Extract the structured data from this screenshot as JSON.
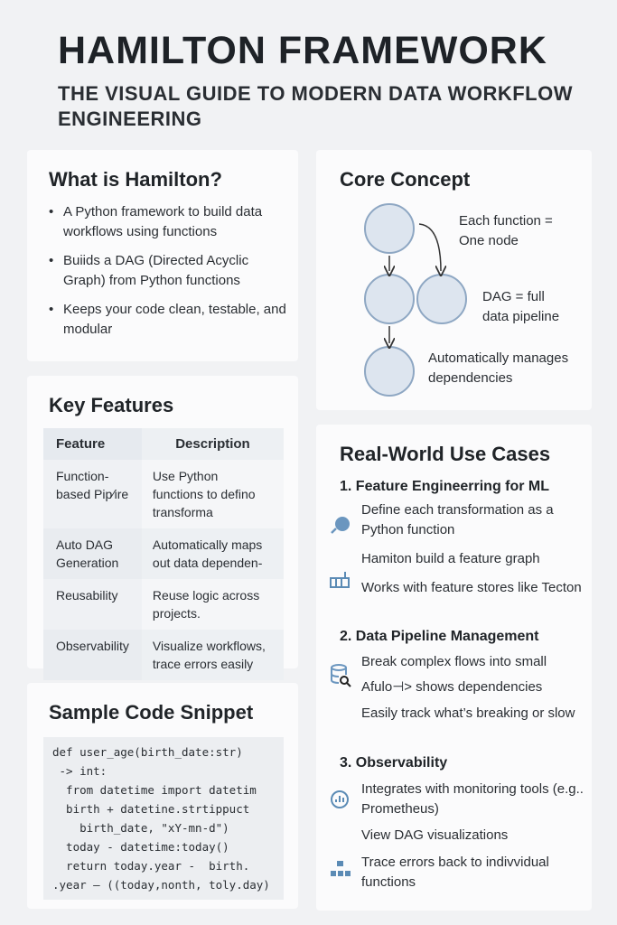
{
  "header": {
    "title": "HAMILTON FRAMEWORK",
    "subtitle": "THE VISUAL GUIDE TO MODERN DATA WORKFLOW ENGINEERING"
  },
  "what": {
    "title": "What is Hamilton?",
    "items": [
      "A Python framework to build data workflows using functions",
      "Buiids a DAG (Directed Acyclic Graph) from Python functions",
      "Keeps your code clean, testable, and modular"
    ]
  },
  "features": {
    "title": "Key Features",
    "headers": [
      "Feature",
      "Description"
    ],
    "rows": [
      [
        "Function-based Pip⁄ire",
        "Use Python functions to defino transforma"
      ],
      [
        "Auto DAG Generation",
        "Automatically maps out data dependen-"
      ],
      [
        "Reusability",
        "Reuse logic across projects."
      ],
      [
        "Observability",
        "Visualize workflows, trace errors easily"
      ]
    ]
  },
  "code": {
    "title": "Sample Code Snippet",
    "text": "def user_age(birth_date:str)\n -> int:\n  from datetime import datetim\n  birth + datetine.strtippuct\n    birth_date, \"xY-mn-d\")\n  today - datetime:today()\n  return today.year -  birth.\n.year — ((today,nonth, toly.day)"
  },
  "core": {
    "title": "Core Concept",
    "label1": "Each function = One node",
    "label2": "DAG = full data pipeline",
    "label3": "Automatically manages dependencies"
  },
  "usecases": {
    "title": "Real-World Use Cases",
    "s1": {
      "title": "1.  Feature Engineerring for ML",
      "t1": "Define each transformation as a Python function",
      "t2": "Hamiton build a feature graph",
      "t3": "Works with feature stores like Tecton"
    },
    "s2": {
      "title": "2.  Data Pipeline Management",
      "t1": "Break complex flows into small",
      "t2": "Afulo⊣> shows dependencies",
      "t3": "Easily track what’s breaking or slow"
    },
    "s3": {
      "title": "3.  Observability",
      "t1": "Integrates with monitoring tools (e.g.. Prometheus)",
      "t2": "View DAG visualizations",
      "t3": "Trace errors back to indivvidual functions"
    }
  },
  "colors": {
    "accent": "#5b8bb5",
    "node_fill": "#dde5ef"
  }
}
